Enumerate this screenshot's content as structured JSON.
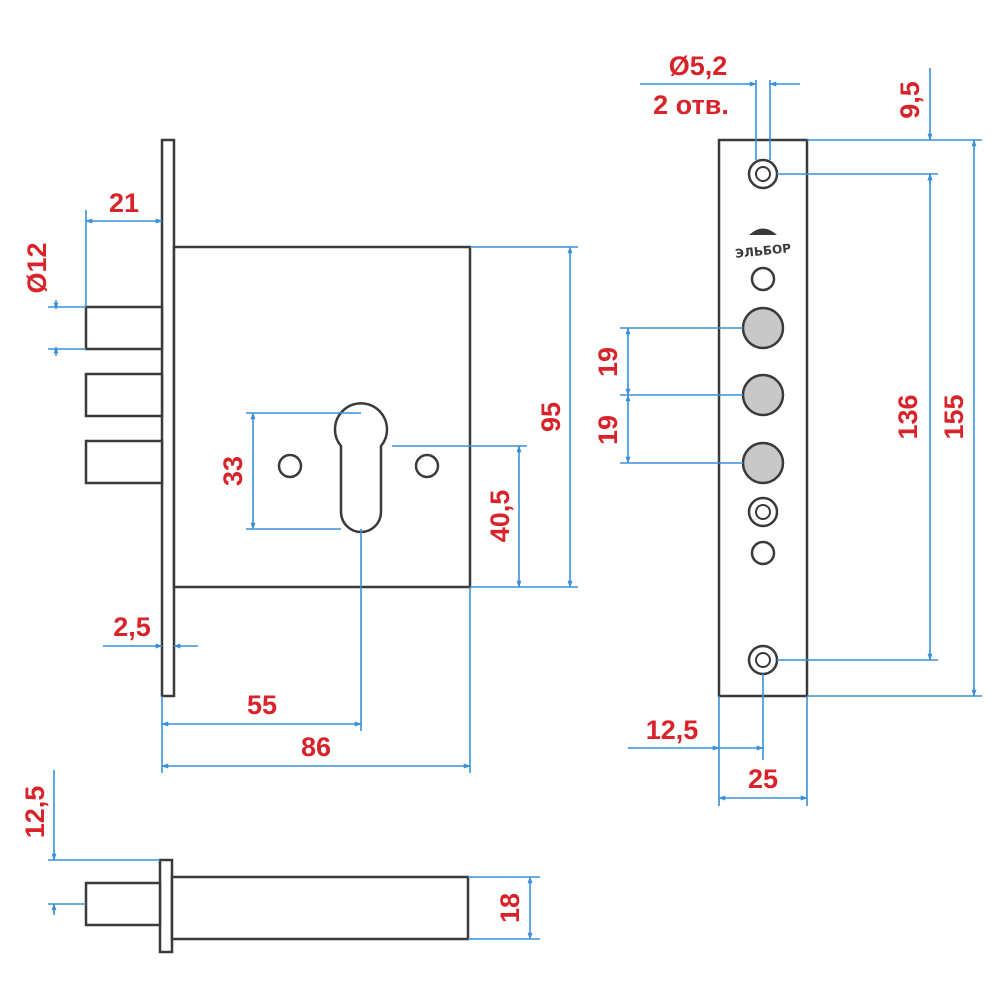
{
  "colors": {
    "part_outline": "#3a3a3a",
    "dimension_lines": "#3b8fd6",
    "dimension_text": "#d8232a",
    "bolt_hole_fill": "#c8c8c8"
  },
  "front_view": {
    "dims": {
      "bolt_diameter": "Ø12",
      "bolt_projection": "21",
      "faceplate_thickness": "2,5",
      "cylinder_height": "33",
      "cylinder_center_height": "40,5",
      "body_height": "95",
      "backset": "55",
      "body_depth": "86"
    }
  },
  "side_view": {
    "dims": {
      "offset": "12,5",
      "body_thickness": "18"
    }
  },
  "faceplate_view": {
    "logo": "ЭЛЬБОР",
    "dims": {
      "hole_diameter": "Ø5,2",
      "hole_count": "2 отв.",
      "hole_offset": "9,5",
      "bolt_pitch_1": "19",
      "bolt_pitch_2": "19",
      "hole_spacing": "136",
      "plate_length": "155",
      "hole_center": "12,5",
      "plate_width": "25"
    }
  }
}
